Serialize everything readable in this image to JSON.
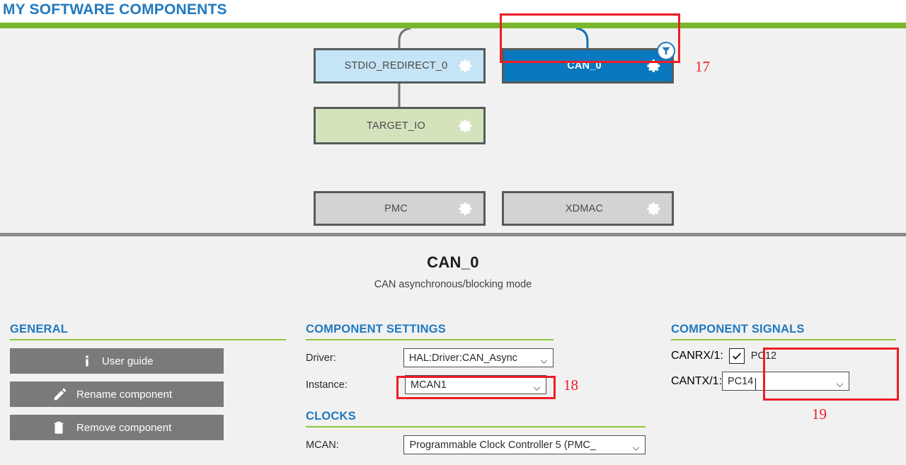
{
  "header": {
    "title": "MY SOFTWARE COMPONENTS",
    "title_color": "#2079c0",
    "rule_color": "#76b82a"
  },
  "canvas": {
    "components": [
      {
        "id": "stdio",
        "label": "STDIO_REDIRECT_0",
        "color": "#c5e4f5",
        "selected": false,
        "gear": "gear-icon"
      },
      {
        "id": "can",
        "label": "CAN_0",
        "color": "#0a78be",
        "selected": true,
        "gear": "gear-icon",
        "badge": "filter-icon"
      },
      {
        "id": "target",
        "label": "TARGET_IO",
        "color": "#d5e3bd",
        "selected": false,
        "gear": "gear-icon"
      },
      {
        "id": "pmc",
        "label": "PMC",
        "color": "#d3d3d3",
        "selected": false,
        "gear": "gear-icon"
      },
      {
        "id": "xdmac",
        "label": "XDMAC",
        "color": "#d3d3d3",
        "selected": false,
        "gear": "gear-icon"
      }
    ]
  },
  "annotations": [
    {
      "id": "17",
      "text": "17",
      "color": "#ee1c25",
      "target": "CAN_0 component block"
    },
    {
      "id": "18",
      "text": "18",
      "color": "#ee1c25",
      "target": "Instance dropdown"
    },
    {
      "id": "19",
      "text": "19",
      "color": "#ee1c25",
      "target": "Component signals pin selection"
    }
  ],
  "detail": {
    "title": "CAN_0",
    "subtitle": "CAN asynchronous/blocking mode"
  },
  "general": {
    "heading": "GENERAL",
    "buttons": [
      {
        "icon": "info-icon",
        "label": "User guide"
      },
      {
        "icon": "pencil-icon",
        "label": "Rename component"
      },
      {
        "icon": "trash-icon",
        "label": "Remove component"
      }
    ]
  },
  "component_settings": {
    "heading": "COMPONENT SETTINGS",
    "fields": [
      {
        "label": "Driver:",
        "value": "HAL:Driver:CAN_Async",
        "control": "combobox"
      },
      {
        "label": "Instance:",
        "value": "MCAN1",
        "control": "combobox"
      }
    ]
  },
  "clocks": {
    "heading": "CLOCKS",
    "fields": [
      {
        "label": "MCAN:",
        "value": "Programmable Clock Controller 5 (PMC_",
        "control": "combobox"
      }
    ]
  },
  "component_signals": {
    "heading": "COMPONENT SIGNALS",
    "rows": [
      {
        "label": "CANRX/1:",
        "value": "PC12",
        "control": "checkbox-item",
        "checked": true
      },
      {
        "label": "CANTX/1:",
        "value": "PC14",
        "control": "editable-combobox",
        "caret": true
      }
    ]
  }
}
